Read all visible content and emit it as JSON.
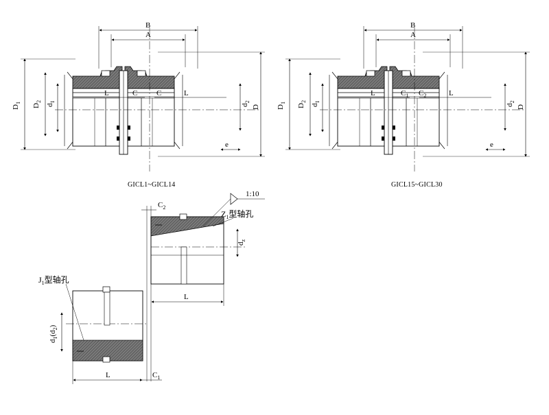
{
  "colors": {
    "ink": "#000000",
    "hatch": "#5a5a5a",
    "paper": "#ffffff"
  },
  "dims": {
    "B": "B",
    "A": "A",
    "L": "L",
    "C": "C",
    "D": "D",
    "D1": "D",
    "D1_sub": "1",
    "D2": "D",
    "D2_sub": "2",
    "d1": "d",
    "d1_sub": "1",
    "d2": "d",
    "d2_sub": "2",
    "e": "e",
    "C1": "C",
    "C1_sub": "1",
    "C2": "C",
    "C2_sub": "2",
    "dz": "d",
    "dz_sub": "z",
    "taper": "1:10"
  },
  "captions": {
    "left": "GICL1~GICL14",
    "right": "GICL15~GICL30"
  },
  "labels": {
    "z1_prefix": "Z",
    "z1_sub": "1",
    "z1_text": "型轴孔",
    "j1_prefix": "J",
    "j1_sub": "1",
    "j1_text": "型轴孔",
    "d1d2_text": "(d",
    "d1d2_close": ")"
  }
}
